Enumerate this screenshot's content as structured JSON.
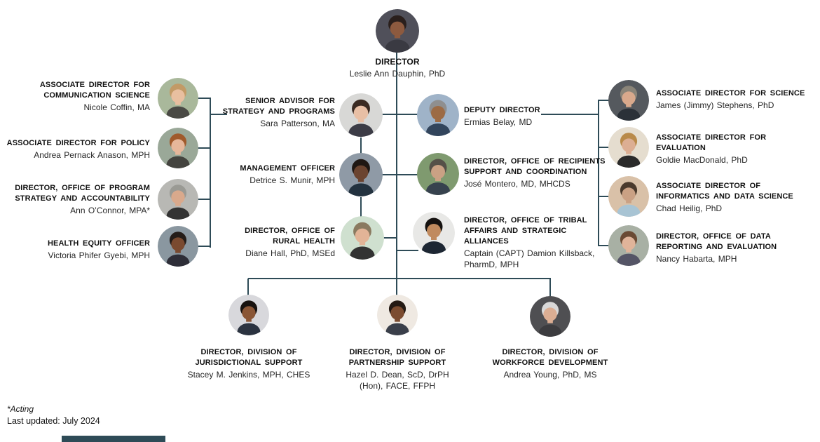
{
  "director": {
    "title": "DIRECTOR",
    "name": "Leslie Ann Dauphin, PhD",
    "avatar": {
      "bg": "#50505a",
      "hair": "#2a1f1c",
      "skin": "#8d5a3f",
      "top": "#3a3a42"
    }
  },
  "left_column": [
    {
      "title": "ASSOCIATE DIRECTOR FOR\nCOMMUNICATION SCIENCE",
      "name": "Nicole Coffin, MA",
      "avatar": {
        "bg": "#a9b89b",
        "hair": "#c29a66",
        "skin": "#e8bfa0",
        "top": "#4a4a45"
      }
    },
    {
      "title": "ASSOCIATE DIRECTOR FOR POLICY",
      "name": "Andrea Pernack Anason, MPH",
      "avatar": {
        "bg": "#9aa898",
        "hair": "#a05a2c",
        "skin": "#e6b79b",
        "top": "#44443f"
      }
    },
    {
      "title": "DIRECTOR, OFFICE OF PROGRAM\nSTRATEGY AND ACCOUNTABILITY",
      "name": "Ann O’Connor, MPA*",
      "avatar": {
        "bg": "#b8b8b4",
        "hair": "#9a9a94",
        "skin": "#d9a98c",
        "top": "#333333"
      }
    },
    {
      "title": "HEALTH EQUITY OFFICER",
      "name": "Victoria Phifer Gyebi, MPH",
      "avatar": {
        "bg": "#8a97a0",
        "hair": "#241c18",
        "skin": "#7a4a30",
        "top": "#2e2e38"
      }
    }
  ],
  "center_left_column": [
    {
      "title": "SENIOR ADVISOR FOR\nSTRATEGY AND PROGRAMS",
      "name": "Sara Patterson, MA",
      "avatar": {
        "bg": "#d8d8d6",
        "hair": "#3a2a22",
        "skin": "#e8bfa5",
        "top": "#3c3c46"
      }
    },
    {
      "title": "MANAGEMENT OFFICER",
      "name": "Detrice S. Munir, MPH",
      "avatar": {
        "bg": "#8f9aa6",
        "hair": "#1f1713",
        "skin": "#6b4430",
        "top": "#23323f"
      }
    },
    {
      "title": "DIRECTOR, OFFICE OF\nRURAL HEALTH",
      "name": "Diane Hall, PhD, MSEd",
      "avatar": {
        "bg": "#cfe0cf",
        "hair": "#8a7a60",
        "skin": "#e2b497",
        "top": "#333333"
      }
    }
  ],
  "center_right_column": [
    {
      "title": "DEPUTY DIRECTOR",
      "name": "Ermias Belay, MD",
      "avatar": {
        "bg": "#9fb3c8",
        "hair": "#8f8f8f",
        "skin": "#9c6b45",
        "top": "#32455c"
      }
    },
    {
      "title": "DIRECTOR, OFFICE OF RECIPIENTS\nSUPPORT AND COORDINATION",
      "name": "José Montero, MD, MHCDS",
      "avatar": {
        "bg": "#7f9a6f",
        "hair": "#555048",
        "skin": "#caa184",
        "top": "#37424e"
      }
    },
    {
      "title": "DIRECTOR, OFFICE OF TRIBAL\nAFFAIRS AND STRATEGIC\nALLIANCES",
      "name": "Captain (CAPT) Damion Killsback,\nPharmD, MPH",
      "avatar": {
        "bg": "#e8e8e6",
        "hair": "#151210",
        "skin": "#c08a5e",
        "top": "#1d2733"
      }
    }
  ],
  "right_column": [
    {
      "title": "ASSOCIATE DIRECTOR FOR SCIENCE",
      "name": "James (Jimmy) Stephens, PhD",
      "avatar": {
        "bg": "#55595e",
        "hair": "#8a8478",
        "skin": "#d9a98c",
        "top": "#2b3138"
      }
    },
    {
      "title": "ASSOCIATE DIRECTOR FOR\nEVALUATION",
      "name": "Goldie MacDonald, PhD",
      "avatar": {
        "bg": "#e5ddcf",
        "hair": "#b98a4a",
        "skin": "#dcae93",
        "top": "#2a2a2a"
      }
    },
    {
      "title": "ASSOCIATE DIRECTOR OF\nINFORMATICS AND DATA SCIENCE",
      "name": "Chad Heilig, PhD",
      "avatar": {
        "bg": "#d9c1a8",
        "hair": "#4a3a2c",
        "skin": "#caa184",
        "top": "#a8c4d4"
      }
    },
    {
      "title": "DIRECTOR, OFFICE OF DATA\nREPORTING AND EVALUATION",
      "name": "Nancy Habarta, MPH",
      "avatar": {
        "bg": "#a8b0a4",
        "hair": "#6a4a34",
        "skin": "#e0b49a",
        "top": "#555566"
      }
    }
  ],
  "bottom_row": [
    {
      "title": "DIRECTOR, DIVISION OF\nJURISDICTIONAL SUPPORT",
      "name": "Stacey M. Jenkins, MPH, CHES",
      "avatar": {
        "bg": "#d8d8dc",
        "hair": "#17120f",
        "skin": "#8a5636",
        "top": "#2b3340"
      }
    },
    {
      "title": "DIRECTOR, DIVISION OF\nPARTNERSHIP SUPPORT",
      "name": "Hazel D. Dean, ScD, DrPH\n(Hon), FACE, FFPH",
      "avatar": {
        "bg": "#efe9e2",
        "hair": "#241a14",
        "skin": "#7c4c30",
        "top": "#3a3f4a"
      }
    },
    {
      "title": "DIRECTOR, DIVISION OF\nWORKFORCE DEVELOPMENT",
      "name": "Andrea Young, PhD, MS",
      "avatar": {
        "bg": "#4f4f52",
        "hair": "#d9d9d9",
        "skin": "#dcae93",
        "top": "#3c3c3f"
      }
    }
  ],
  "footnotes": {
    "acting": "*Acting",
    "last_updated": "Last updated: July 2024"
  },
  "colors": {
    "connector": "#2e4b57"
  }
}
